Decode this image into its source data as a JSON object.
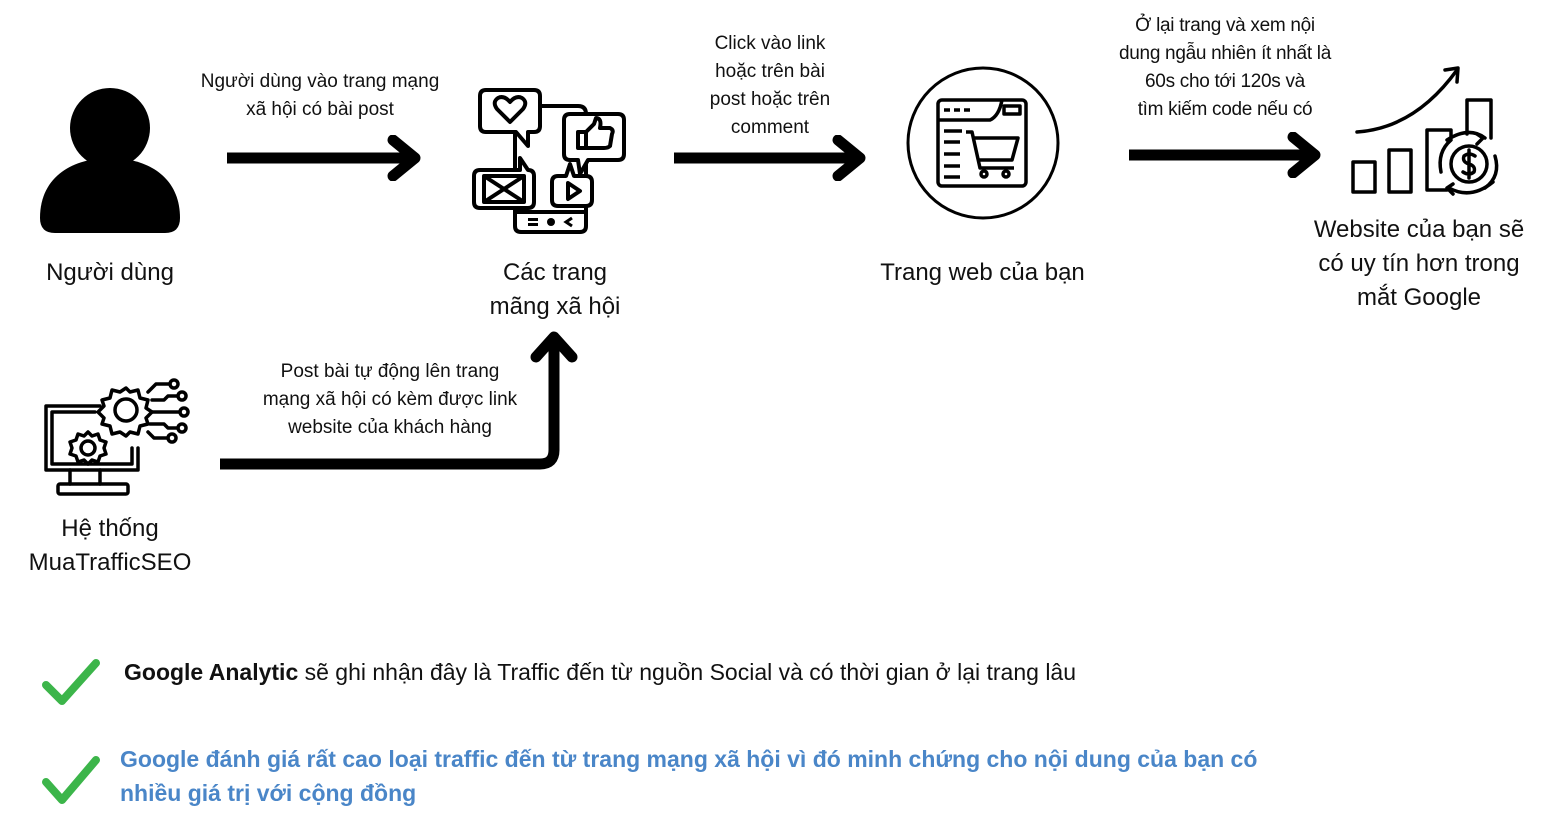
{
  "nodes": {
    "user": {
      "label": "Người dùng",
      "icon": "user-icon"
    },
    "social": {
      "label_line1": "Các trang",
      "label_line2": "mãng xã hội",
      "icon": "social-media-phone-icon"
    },
    "website": {
      "label": "Trang web của bạn",
      "icon": "web-shop-cart-icon"
    },
    "result": {
      "label_line1": "Website của bạn sẽ",
      "label_line2": "có uy tín hơn trong",
      "label_line3": "mắt Google",
      "icon": "growth-chart-dollar-icon"
    },
    "system": {
      "label_line1": "Hệ thống",
      "label_line2": "MuaTrafficSEO",
      "icon": "computer-gears-icon"
    }
  },
  "edges": {
    "user_to_social": {
      "line1": "Người dùng vào trang mạng",
      "line2": "xã hội có bài post"
    },
    "social_to_website": {
      "line1": "Click vào link",
      "line2": "hoặc trên bài",
      "line3": "post hoặc trên",
      "line4": "comment"
    },
    "website_to_result": {
      "line1": "Ở lại trang và xem nội",
      "line2": "dung ngẫu nhiên ít nhất là",
      "line3": "60s cho tới 120s và",
      "line4": "tìm kiếm code nếu có"
    },
    "system_to_social": {
      "line1": "Post bài tự động lên trang",
      "line2": "mạng xã hội có kèm được link",
      "line3": "website của khách hàng"
    }
  },
  "benefits": [
    {
      "bold": "Google Analytic",
      "rest": " sẽ ghi nhận đây là Traffic đến từ nguồn Social và có thời gian ở lại trang lâu",
      "icon": "checkmark-icon"
    },
    {
      "line1": "Google đánh giá rất cao loại traffic đến từ trang mạng xã hội vì đó minh chứng cho nội dung của bạn có",
      "line2": "nhiều giá trị với cộng đồng",
      "icon": "checkmark-icon"
    }
  ],
  "colors": {
    "check": "#3cb54a",
    "highlight_text": "#4a86c8",
    "stroke": "#000000"
  }
}
